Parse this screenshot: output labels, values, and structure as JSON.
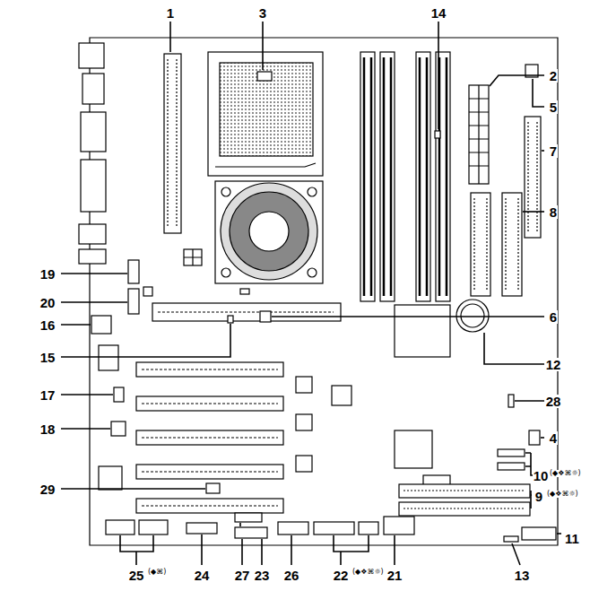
{
  "diagram": {
    "labels": [
      "1",
      "3",
      "14",
      "2",
      "5",
      "7",
      "8",
      "19",
      "20",
      "16",
      "6",
      "15",
      "12",
      "28",
      "17",
      "18",
      "4",
      "10",
      "(◆❖⌘☼)",
      "9",
      "(◆❖⌘☼)",
      "29",
      "11",
      "25",
      "(◆⌘)",
      "24",
      "27",
      "23",
      "26",
      "22",
      "(◆❖⌘☼)",
      "21",
      "13"
    ]
  }
}
